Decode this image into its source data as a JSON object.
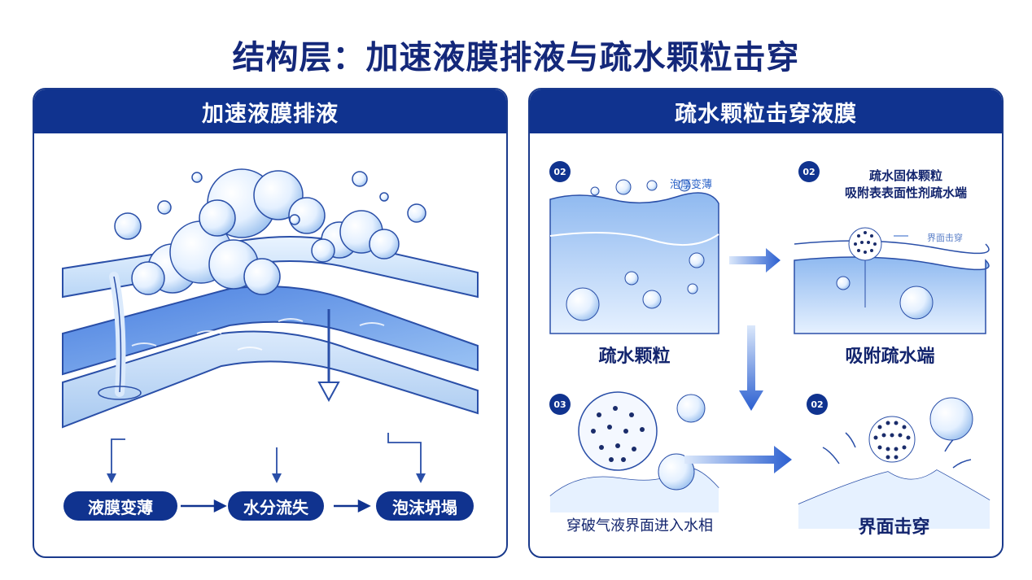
{
  "title": "结构层：加速液膜排液与疏水颗粒击穿",
  "left_panel": {
    "header": "加速液膜排液",
    "flow": [
      "液膜变薄",
      "水分流失",
      "泡沫坍塌"
    ]
  },
  "right_panel": {
    "header": "疏水颗粒击穿液膜",
    "steps": [
      {
        "badge": "02",
        "note": "泡厚变薄",
        "caption": "疏水颗粒"
      },
      {
        "badge": "02",
        "note_lines": [
          "疏水固体颗粒",
          "吸附表表面性剂疏水端"
        ],
        "tag": "界面击穿",
        "caption": "吸附疏水端"
      },
      {
        "badge": "03",
        "caption": "穿破气液界面进入水相"
      },
      {
        "badge": "02",
        "caption": "界面击穿"
      }
    ]
  },
  "colors": {
    "navy": "#10338f",
    "title": "#14287a",
    "accent_blue": "#2a62c7",
    "light_blue": "#cfe3fb"
  }
}
